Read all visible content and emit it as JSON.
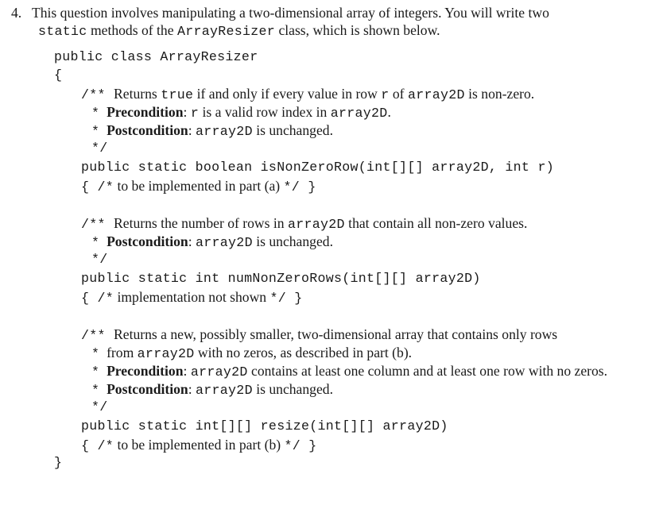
{
  "question": {
    "number": "4.",
    "intro_1": "This question involves manipulating a two-dimensional array of integers. You will write two",
    "intro_2_kw": "static",
    "intro_2_mid": " methods of the ",
    "intro_2_class": "ArrayResizer",
    "intro_2_end": " class, which is shown below."
  },
  "code": {
    "class_decl": "public class ArrayResizer",
    "open_brace": "{",
    "close_brace": "}",
    "m1": {
      "doc_open": "/** ",
      "doc_text_a": "Returns ",
      "doc_true": "true",
      "doc_text_b": " if and only if every value in row ",
      "doc_r": "r",
      "doc_text_c": " of ",
      "doc_arr": "array2D",
      "doc_text_d": " is non-zero.",
      "pre_star": "*",
      "pre_label": "Precondition",
      "pre_colon": ": ",
      "pre_r": "r",
      "pre_text": " is a valid row index in ",
      "pre_arr": "array2D",
      "pre_end": ".",
      "post_star": "*",
      "post_label": "Postcondition",
      "post_colon": ": ",
      "post_arr": "array2D",
      "post_text": " is unchanged.",
      "doc_close": "*/",
      "signature": "public static boolean isNonZeroRow(int[][] array2D, int r)",
      "body_open": "{ /*",
      "body_text": " to be implemented in part (a) ",
      "body_close": "*/ }"
    },
    "m2": {
      "doc_open": "/** ",
      "doc_text_a": "Returns the number of rows in ",
      "doc_arr": "array2D",
      "doc_text_b": " that contain all non-zero values.",
      "post_star": "*",
      "post_label": "Postcondition",
      "post_colon": ": ",
      "post_arr": "array2D",
      "post_text": " is unchanged.",
      "doc_close": "*/",
      "signature": "public static int numNonZeroRows(int[][] array2D)",
      "body_open": "{ /*",
      "body_text": " implementation not shown ",
      "body_close": "*/ }"
    },
    "m3": {
      "doc_open": "/** ",
      "doc_text_a": "Returns a new, possibly smaller, two-dimensional array that contains only rows",
      "cont_star": "*",
      "cont_text_a": " from ",
      "cont_arr": "array2D",
      "cont_text_b": " with no zeros, as described in part (b).",
      "pre_star": "*",
      "pre_label": "Precondition",
      "pre_colon": ": ",
      "pre_arr": "array2D",
      "pre_text": " contains at least one column and at least one row with no zeros.",
      "post_star": "*",
      "post_label": "Postcondition",
      "post_colon": ": ",
      "post_arr": "array2D",
      "post_text": " is unchanged.",
      "doc_close": "*/",
      "signature": "public static int[][] resize(int[][] array2D)",
      "body_open": "{ /*",
      "body_text": " to be implemented in part (b) ",
      "body_close": "*/ }"
    }
  }
}
